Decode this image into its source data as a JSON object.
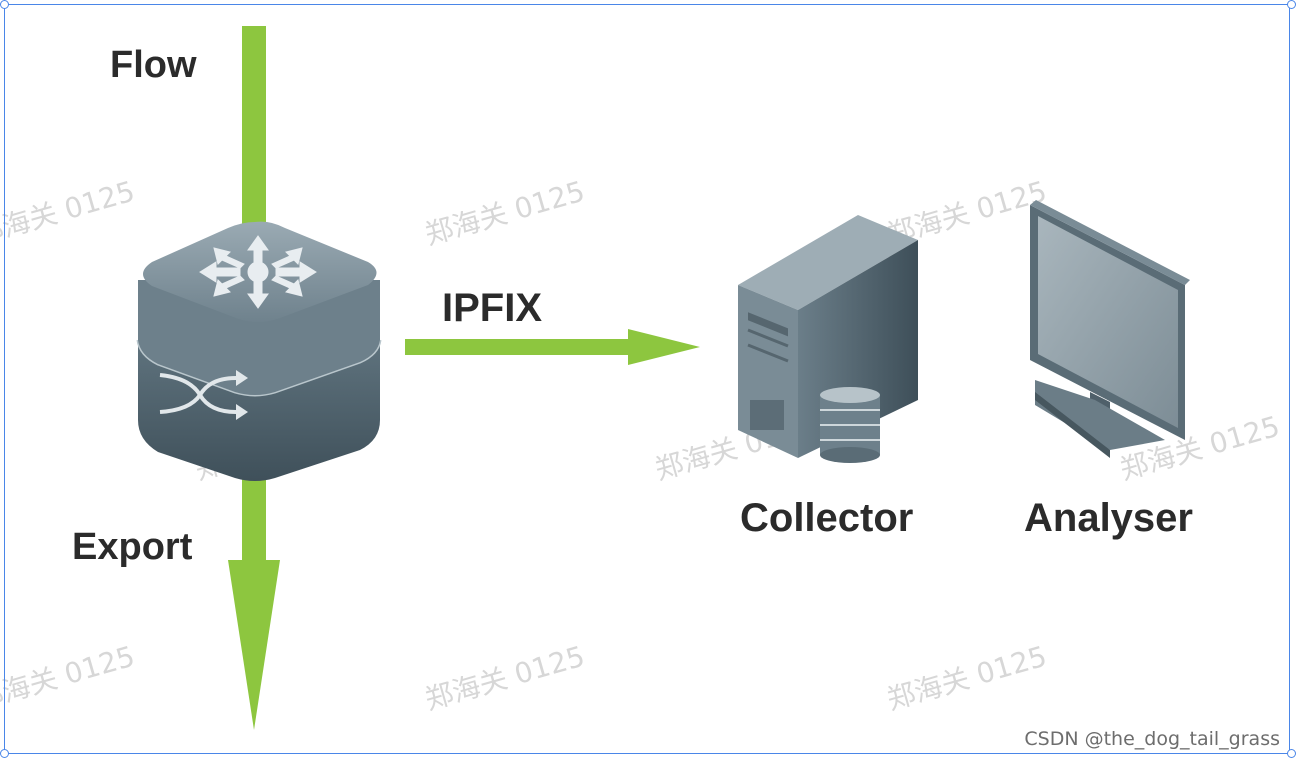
{
  "labels": {
    "flow": "Flow",
    "export": "Export",
    "ipfix": "IPFIX",
    "collector": "Collector",
    "analyser": "Analyser"
  },
  "watermark": {
    "text": "郑海关 0125"
  },
  "credit": "CSDN @the_dog_tail_grass",
  "colors": {
    "arrow": "#8dc63f",
    "device": "#5b6f7b",
    "frame": "#4a86e8",
    "label": "#2b2b2b"
  }
}
